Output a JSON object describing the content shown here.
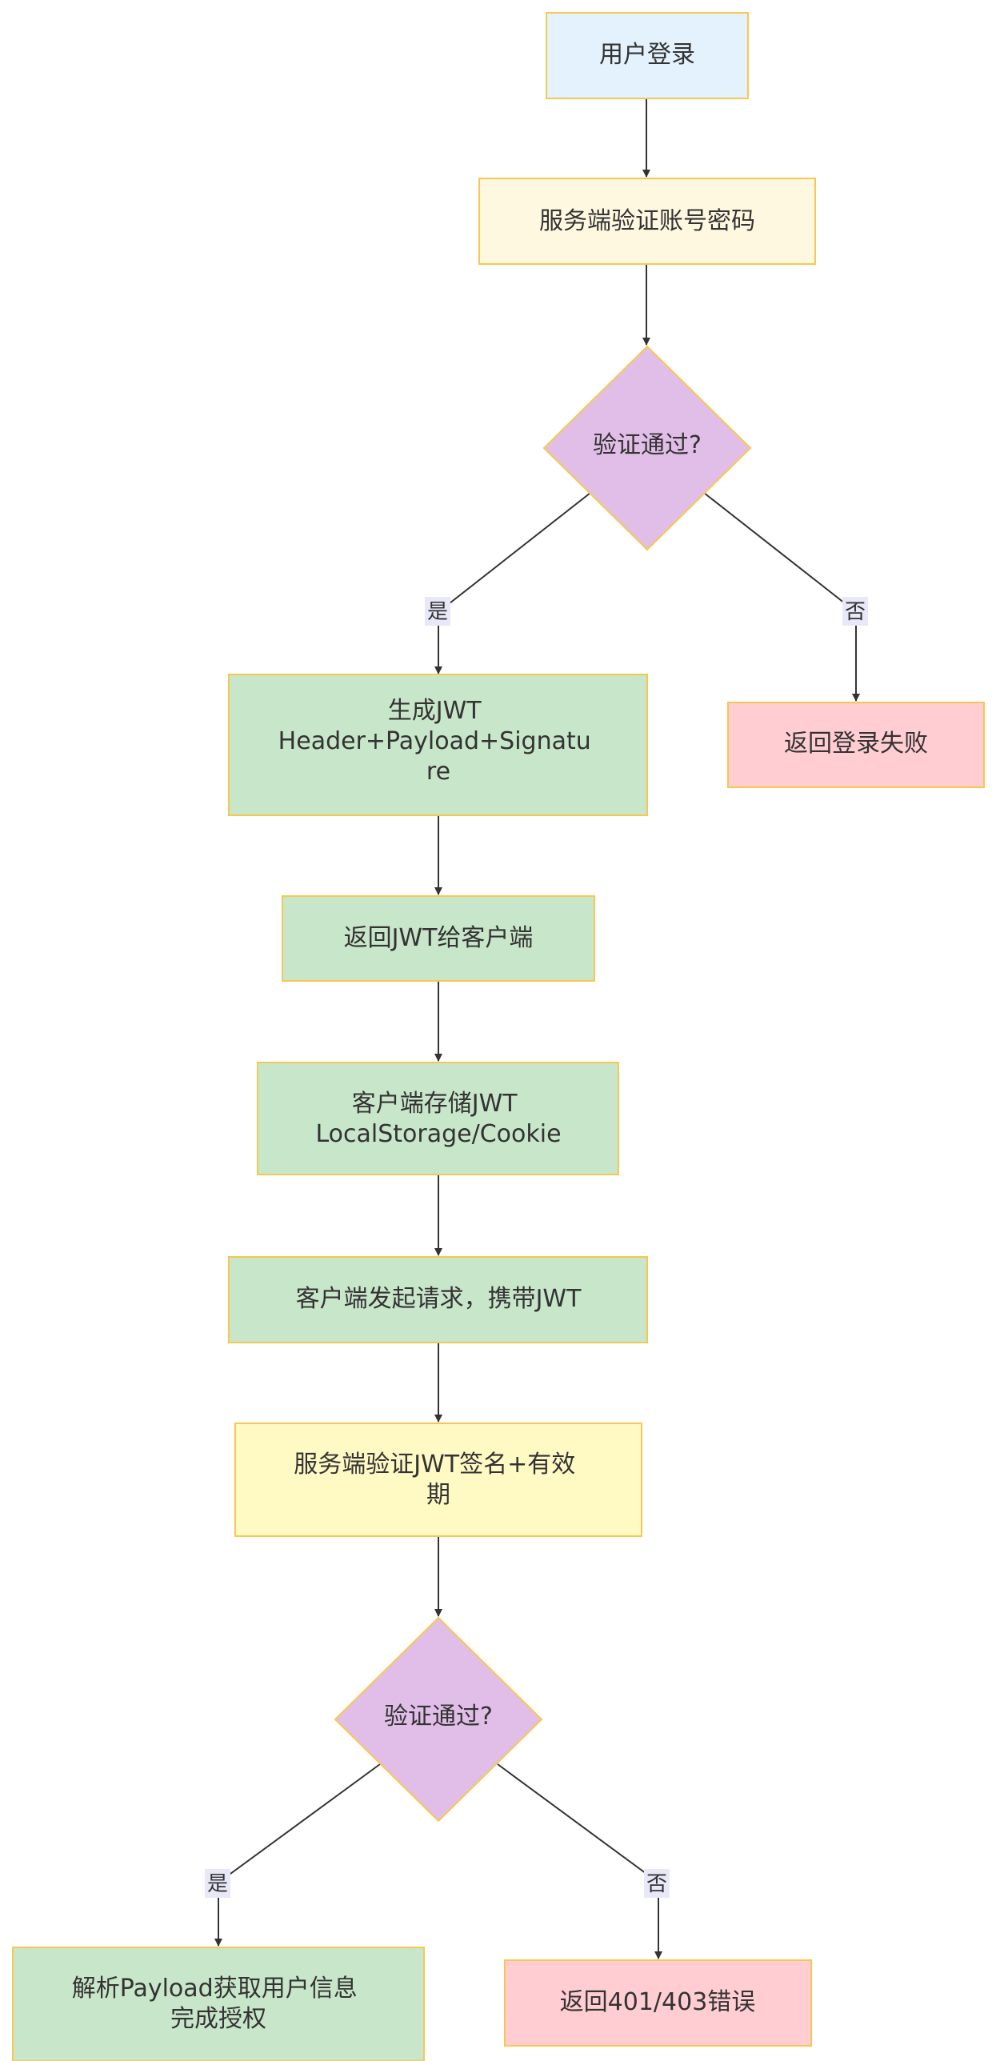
{
  "colors": {
    "start": "#e3f2fd",
    "verify": "#fff8e1",
    "decision": "#e1bee7",
    "success": "#c8e6c9",
    "fail": "#ffcdd2",
    "check": "#fff9c4",
    "border": "#f9c74f",
    "line": "#333333",
    "label_bg": "#e8e8f8"
  },
  "nodes": {
    "login": {
      "lines": [
        "用户登录"
      ]
    },
    "server_verify": {
      "lines": [
        "服务端验证账号密码"
      ]
    },
    "decision1": {
      "lines": [
        "验证通过?"
      ]
    },
    "gen_jwt": {
      "lines": [
        "生成JWT",
        "Header+Payload+Signatu",
        "re"
      ]
    },
    "login_fail": {
      "lines": [
        "返回登录失败"
      ]
    },
    "return_jwt": {
      "lines": [
        "返回JWT给客户端"
      ]
    },
    "store_jwt": {
      "lines": [
        "客户端存储JWT",
        "LocalStorage/Cookie"
      ]
    },
    "send_request": {
      "lines": [
        "客户端发起请求，携带JWT"
      ]
    },
    "verify_jwt": {
      "lines": [
        "服务端验证JWT签名+有效",
        "期"
      ]
    },
    "decision2": {
      "lines": [
        "验证通过?"
      ]
    },
    "parse_payload": {
      "lines": [
        "解析Payload获取用户信息",
        "完成授权"
      ]
    },
    "error": {
      "lines": [
        "返回401/403错误"
      ]
    }
  },
  "edge_labels": {
    "yes1": "是",
    "no1": "否",
    "yes2": "是",
    "no2": "否"
  }
}
